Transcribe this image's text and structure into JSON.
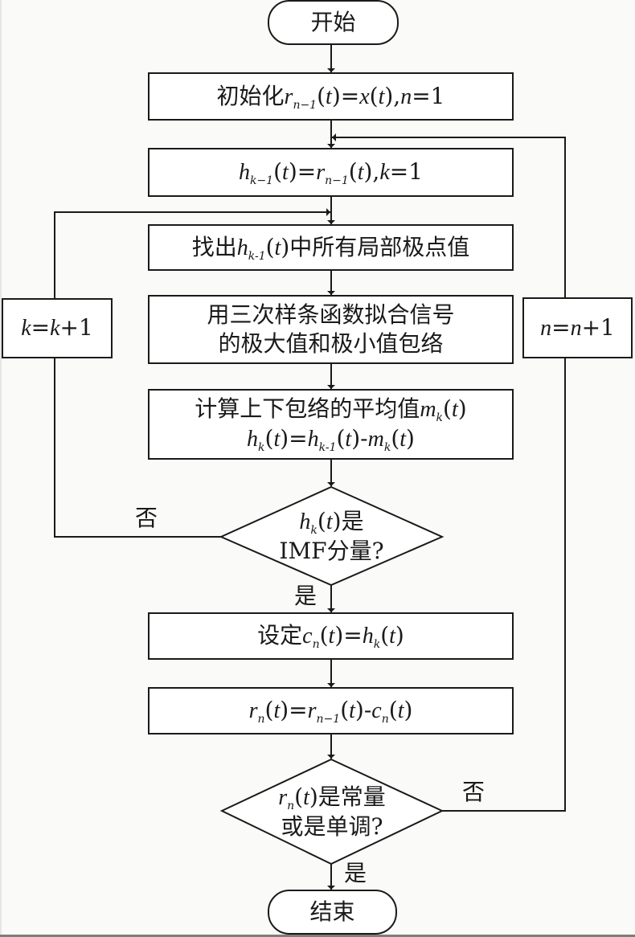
{
  "diagram": {
    "type": "flowchart",
    "colors": {
      "stroke": "#1a1a1a",
      "background": "#fafaf8",
      "fill": "#ffffff"
    },
    "nodes": {
      "start": {
        "shape": "terminal",
        "text": "开始"
      },
      "init": {
        "shape": "process",
        "text_prefix": "初始化",
        "math": "r_{n-1}(t)=x(t), n=1"
      },
      "set_h": {
        "shape": "process",
        "math": "h_{k-1}(t)=r_{n-1}(t), k=1"
      },
      "find_extrema": {
        "shape": "process",
        "text_prefix": "找出",
        "math": "h_{k-1}(t)",
        "text_suffix": "中所有局部极点值"
      },
      "spline": {
        "shape": "process",
        "line1": "用三次样条函数拟合信号",
        "line2": "的极大值和极小值包络"
      },
      "mean": {
        "shape": "process",
        "line1_prefix": "计算上下包络的平均值",
        "line1_math": "m_k(t)",
        "line2_math": "h_k(t)=h_{k-1}(t)-m_k(t)"
      },
      "is_imf": {
        "shape": "decision",
        "line1_math": "h_k(t)",
        "line1_suffix": "是",
        "line2": "IMF分量?"
      },
      "set_c": {
        "shape": "process",
        "text_prefix": "设定",
        "math": "c_n(t)=h_k(t)"
      },
      "residual": {
        "shape": "process",
        "math": "r_n(t)=r_{n-1}(t)-c_n(t)"
      },
      "is_monotonic": {
        "shape": "decision",
        "line1_math": "r_n(t)",
        "line1_suffix": "是常量",
        "line2": "或是单调?"
      },
      "k_inc": {
        "shape": "process",
        "math": "k=k+1"
      },
      "n_inc": {
        "shape": "process",
        "math": "n=n+1"
      },
      "end": {
        "shape": "terminal",
        "text": "结束"
      }
    },
    "edge_labels": {
      "imf_no": "否",
      "imf_yes": "是",
      "mono_no": "否",
      "mono_yes": "是"
    },
    "edges": [
      {
        "from": "start",
        "to": "init"
      },
      {
        "from": "init",
        "to": "set_h"
      },
      {
        "from": "set_h",
        "to": "find_extrema"
      },
      {
        "from": "find_extrema",
        "to": "spline"
      },
      {
        "from": "spline",
        "to": "mean"
      },
      {
        "from": "mean",
        "to": "is_imf"
      },
      {
        "from": "is_imf",
        "to": "set_c",
        "label": "是"
      },
      {
        "from": "is_imf",
        "to": "k_inc",
        "label": "否"
      },
      {
        "from": "k_inc",
        "to": "find_extrema"
      },
      {
        "from": "set_c",
        "to": "residual"
      },
      {
        "from": "residual",
        "to": "is_monotonic"
      },
      {
        "from": "is_monotonic",
        "to": "end",
        "label": "是"
      },
      {
        "from": "is_monotonic",
        "to": "n_inc",
        "label": "否"
      },
      {
        "from": "n_inc",
        "to": "set_h"
      }
    ]
  }
}
